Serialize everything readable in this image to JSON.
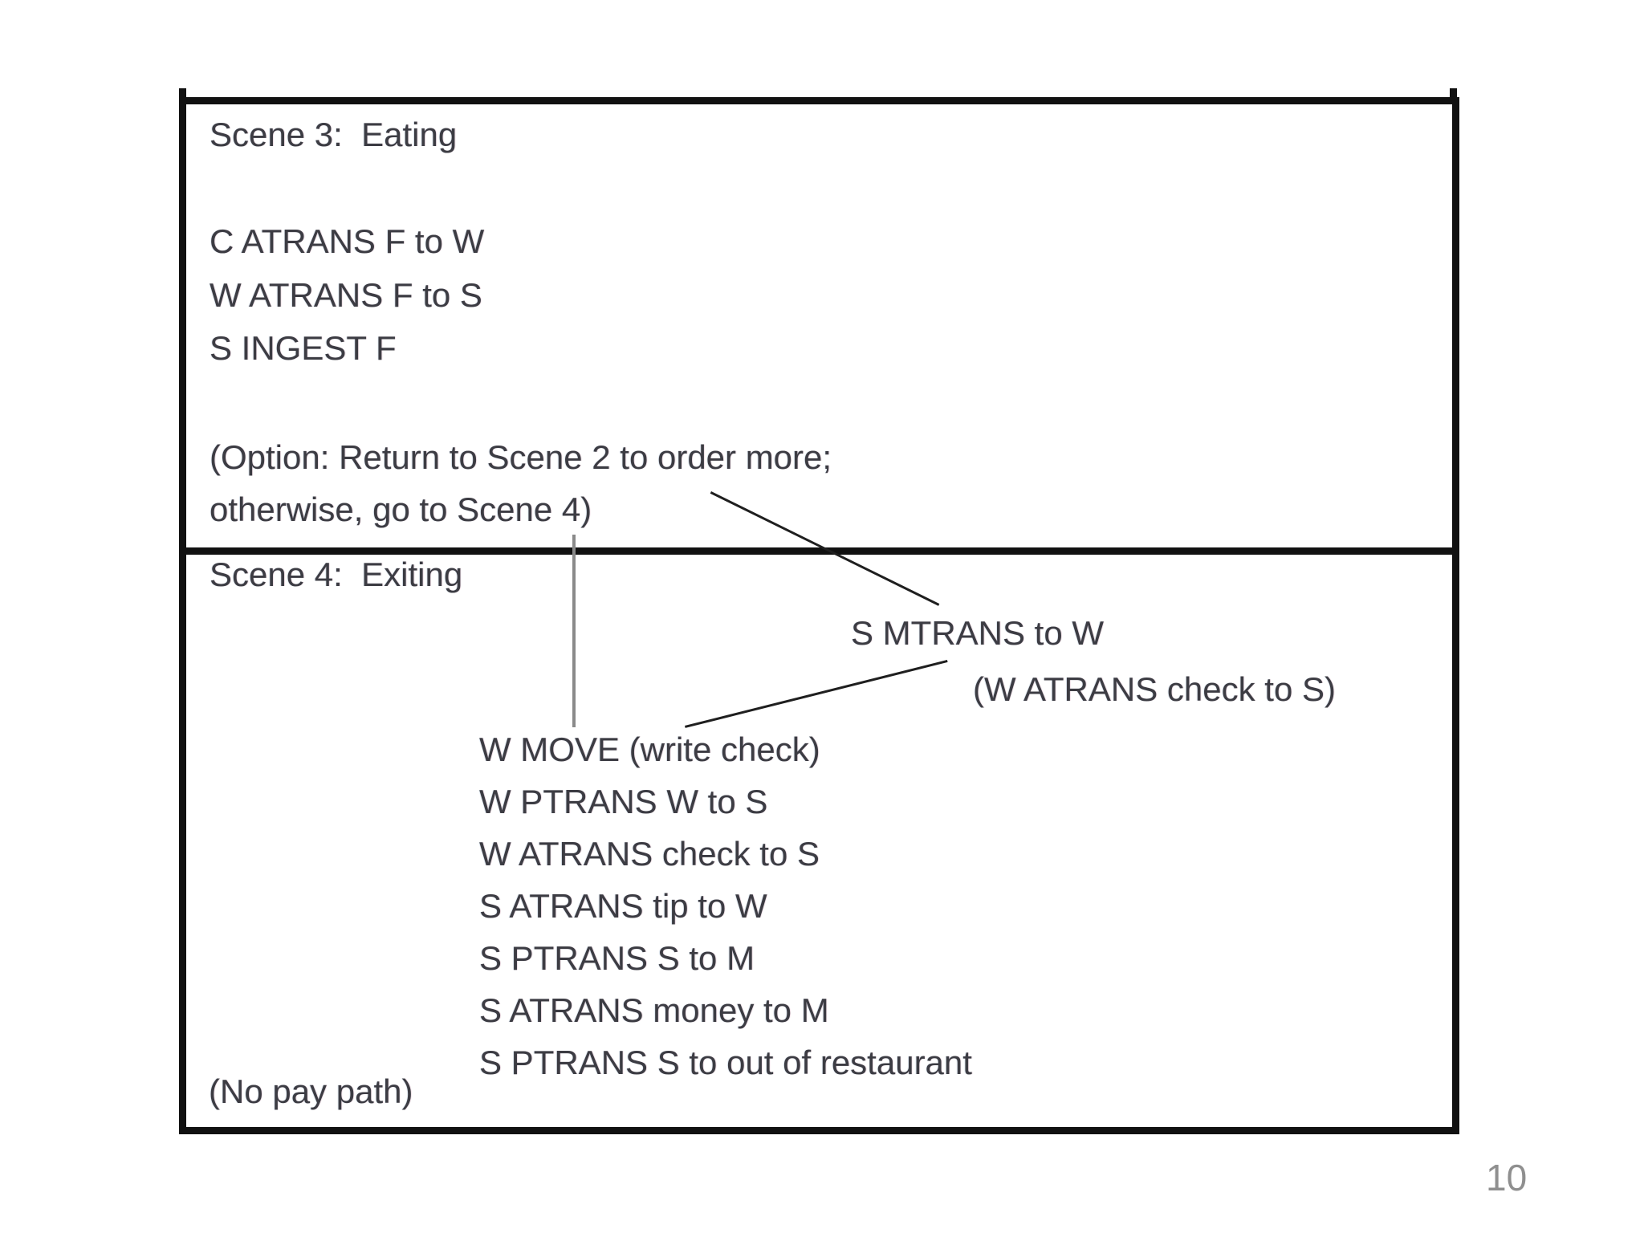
{
  "slide": {
    "page_number": "10"
  },
  "colors": {
    "background": "#ffffff",
    "text": "#3c3c43",
    "box_border": "#111111",
    "vertical_connector": "#8a8a8a",
    "diagonal_connector": "#1f1f1f",
    "page_number": "#8f8f8f"
  },
  "box": {
    "scene3": {
      "title": "Scene 3:  Eating",
      "events": [
        "C ATRANS F to W",
        "W ATRANS F to S",
        "S INGEST F"
      ],
      "option": [
        "(Option: Return to Scene 2 to order more;",
        "otherwise, go to Scene 4)"
      ]
    },
    "scene4": {
      "title": "Scene 4:  Exiting",
      "header_event": "S MTRANS to W",
      "header_note": "(W ATRANS check to S)",
      "events": [
        "W MOVE (write check)",
        "W PTRANS W to S",
        "W ATRANS check to S",
        "S ATRANS tip to W",
        "S PTRANS S to M",
        "S ATRANS money to M",
        "S PTRANS S to out of restaurant"
      ],
      "footnote": "(No pay path)"
    }
  }
}
